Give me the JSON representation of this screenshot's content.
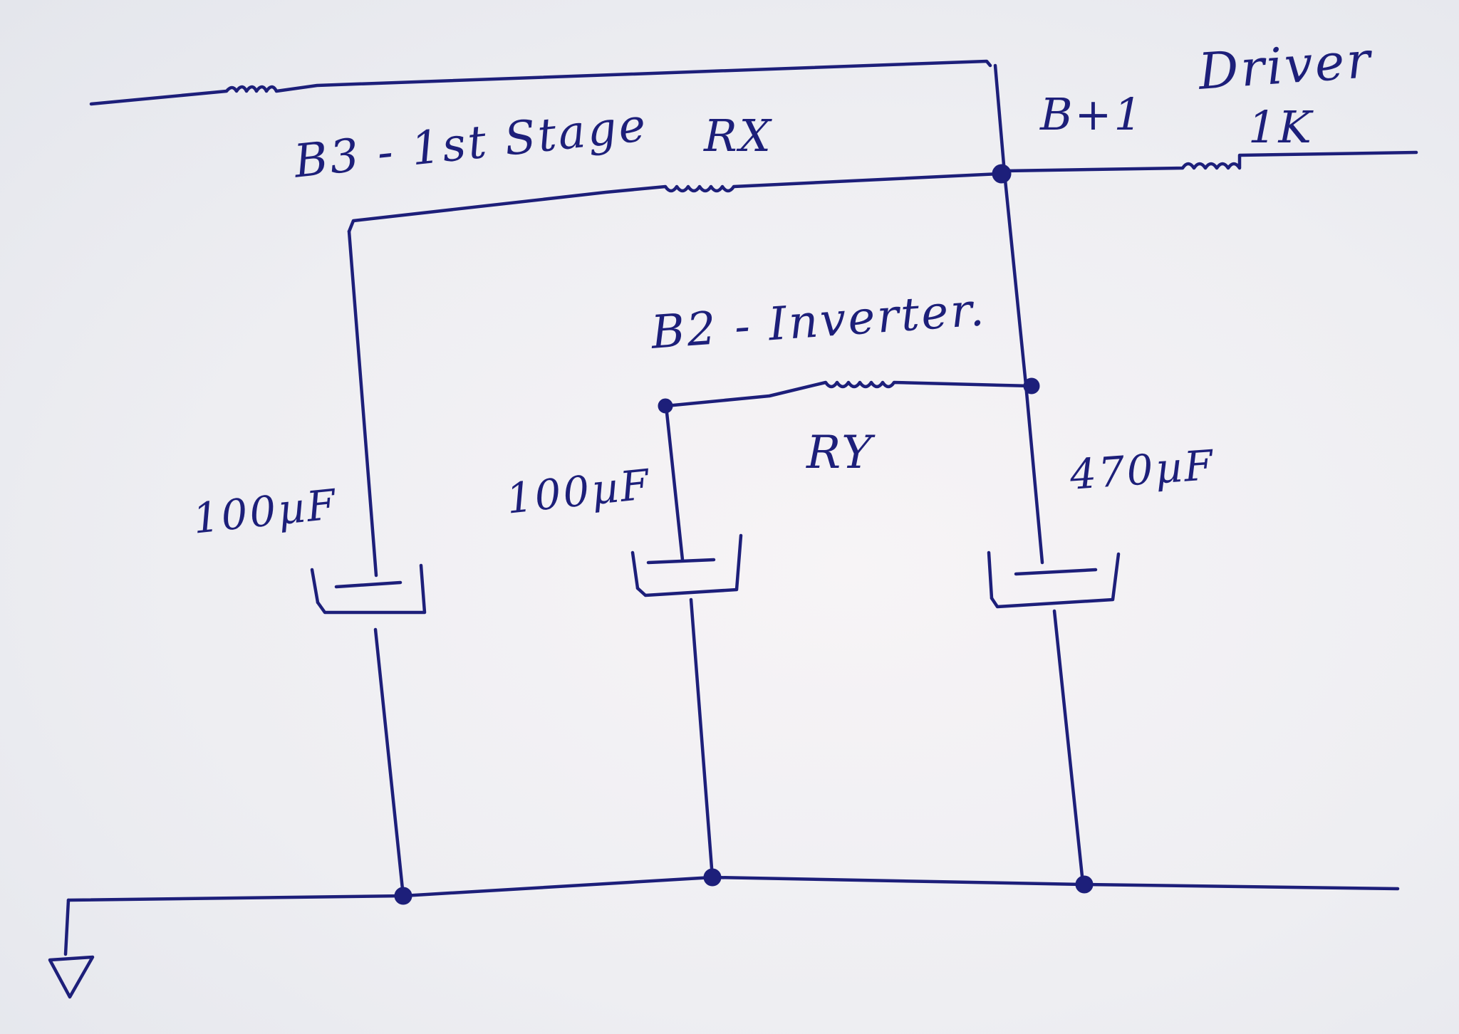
{
  "colors": {
    "ink": "#1d1f7a",
    "paper": "#eeeef2"
  },
  "labels": {
    "b3_first_stage": "B3 - 1st Stage",
    "rx": "RX",
    "b_plus_1": "B+1",
    "driver": "Driver",
    "r_1k": "1K",
    "b2_inverter": "B2 - Inverter.",
    "ry": "RY",
    "cap_b3_value": "100µF",
    "cap_b2_value": "100µF",
    "cap_b1_value": "470µF"
  }
}
